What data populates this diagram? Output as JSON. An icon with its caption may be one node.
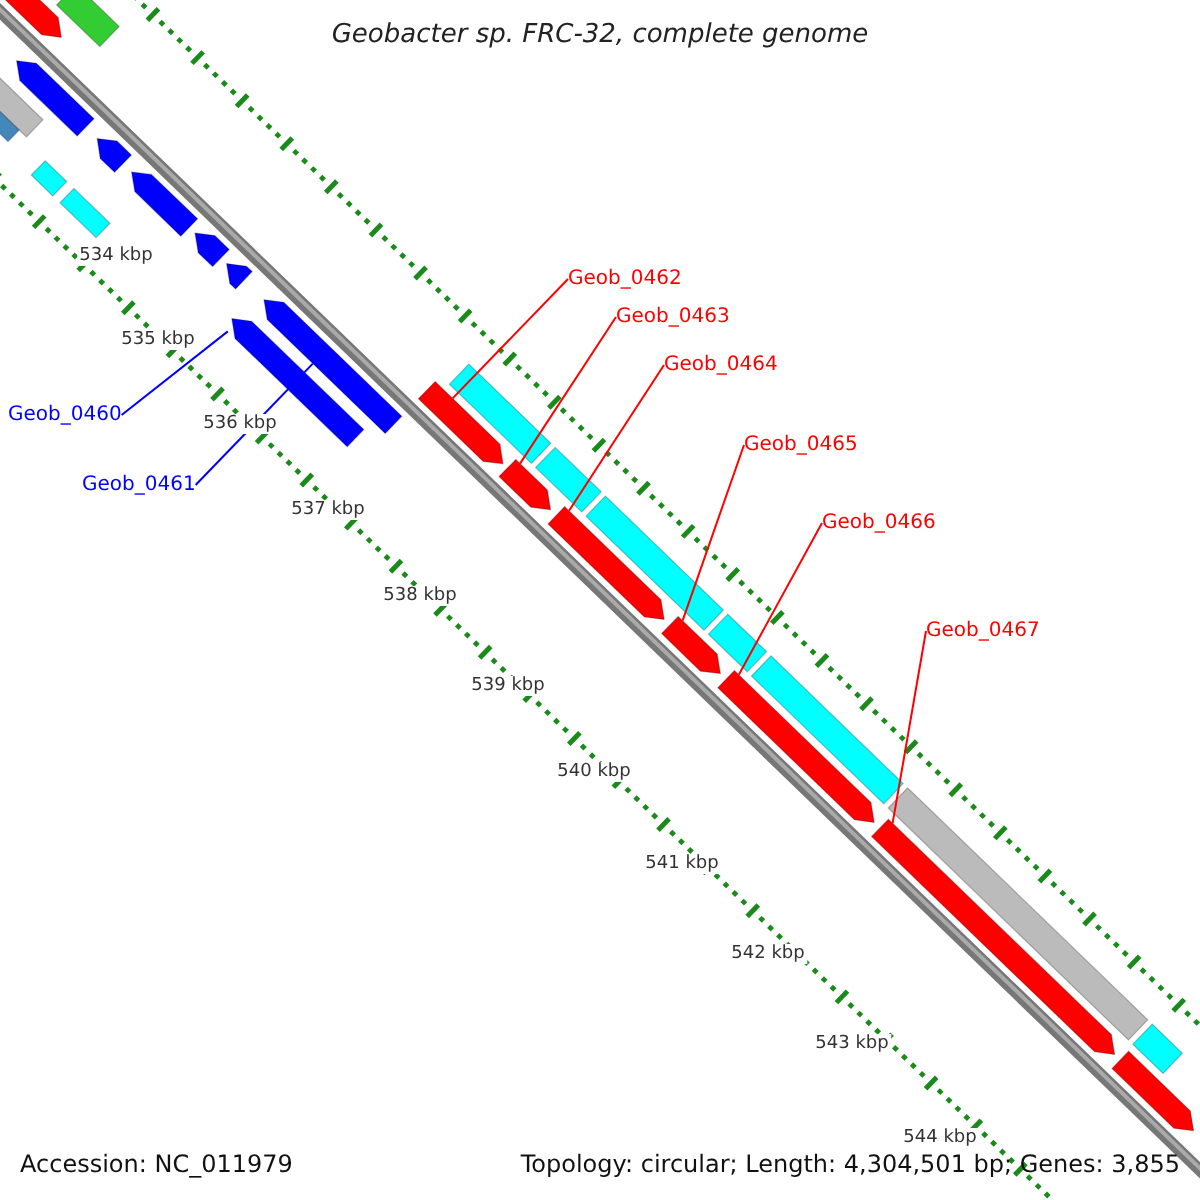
{
  "diagram": {
    "title": "Geobacter sp. FRC-32, complete genome",
    "nodes": [
      {
        "text": [
          "Geob_0462"
        ]
      },
      {
        "text": [
          "Geob_0463"
        ]
      },
      {
        "text": [
          "Geob_0464"
        ]
      },
      {
        "text": [
          "Geob_0460"
        ]
      },
      {
        "text": [
          "Geob_0465"
        ]
      },
      {
        "text": [
          "Geob_0461"
        ]
      },
      {
        "text": [
          "Geob_0466"
        ]
      },
      {
        "text": [
          "Geob_0467"
        ]
      },
      {
        "text": [],
        "shape": "bar"
      },
      {
        "text": [],
        "shape": "bar"
      },
      {
        "text": [],
        "shape": "bar"
      },
      {
        "text": [],
        "shape": "bar"
      },
      {
        "text": [],
        "shape": "bar"
      },
      {
        "text": [],
        "shape": "bar"
      },
      {
        "text": [],
        "shape": "bar"
      },
      {
        "text": [],
        "shape": "bar"
      },
      {
        "text": [],
        "shape": "bar"
      },
      {
        "text": [],
        "shape": "bar"
      },
      {
        "text": [],
        "shape": "bar"
      },
      {
        "text": [],
        "shape": "bar"
      },
      {
        "text": [],
        "shape": "bar"
      },
      {
        "text": [],
        "shape": "bar"
      },
      {
        "text": [],
        "shape": "bar"
      },
      {
        "text": [],
        "shape": "bar"
      },
      {
        "text": [],
        "shape": "bar"
      },
      {
        "text": [],
        "shape": "bar"
      },
      {
        "text": [],
        "shape": "bar"
      },
      {
        "text": [],
        "shape": "bar"
      },
      {
        "text": [],
        "shape": "bar"
      },
      {
        "text": [],
        "shape": "bar"
      },
      {
        "text": [],
        "shape": "bar"
      },
      {
        "text": [],
        "shape": "bar"
      },
      {
        "text": [],
        "shape": "bar"
      },
      {
        "text": [],
        "shape": "bar"
      },
      {
        "text": [],
        "shape": "bar"
      }
    ],
    "edges": [
      {
        "from": 3,
        "to": 8,
        "arrow": "none",
        "color": "#0000ff"
      },
      {
        "from": 5,
        "to": 9,
        "arrow": "none",
        "color": "#0000ff"
      },
      {
        "from": 0,
        "to": 10,
        "arrow": "none"
      },
      {
        "from": 1,
        "to": 11,
        "arrow": "none"
      },
      {
        "from": 2,
        "to": 12,
        "arrow": "none"
      },
      {
        "from": 4,
        "to": 13,
        "arrow": "none"
      },
      {
        "from": 6,
        "to": 14,
        "arrow": "none"
      },
      {
        "from": 7,
        "to": 15,
        "arrow": "none"
      }
    ],
    "labels": [
      "534 kbp",
      "535 kbp",
      "536 kbp",
      "537 kbp",
      "538 kbp",
      "539 kbp",
      "540 kbp",
      "541 kbp",
      "542 kbp",
      "543 kbp",
      "544 kbp",
      "Accession: NC_011979",
      "Topology: circular; Length: 4,304,501 bp; Genes: 3,855"
    ]
  }
}
